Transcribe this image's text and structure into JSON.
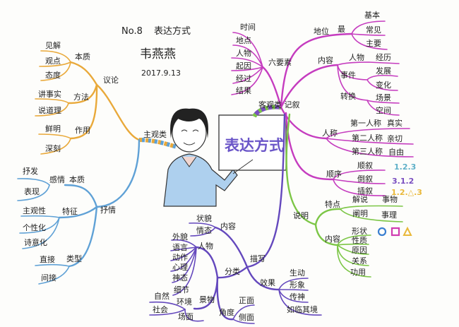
{
  "header": {
    "number": "No.8",
    "title": "表达方式",
    "author": "韦燕燕",
    "date": "2017.9.13"
  },
  "center": {
    "board_title": "表达方式"
  },
  "colors": {
    "yilun": "#e9a93a",
    "shuqing": "#5fa1d6",
    "jixu": "#c53cbf",
    "shuoming": "#7cc646",
    "miaoxie": "#6448bd",
    "board_text": "#6a55c8"
  },
  "subjective_label": "主观类",
  "yilun": {
    "label": "议论",
    "benzhi": "本质",
    "benzhi_items": [
      "见解",
      "观点",
      "态度"
    ],
    "fangfa": "方法",
    "fangfa_items": [
      "讲事实",
      "说道理"
    ],
    "zuoyong": "作用",
    "zuoyong_items": [
      "鲜明",
      "深刻"
    ]
  },
  "shuqing": {
    "label": "抒情",
    "ganqing": "感情",
    "benzhi": "本质",
    "ganqing_items": [
      "抒发",
      "表现"
    ],
    "tezheng": "特征",
    "tezheng_items": [
      "主观性",
      "个性化",
      "诗意化"
    ],
    "leixing": "类型",
    "leixing_items": [
      "直接",
      "间接"
    ]
  },
  "jixu": {
    "label": "客观类 记叙",
    "liuyaosu": "六要素",
    "liuyaosu_items": [
      "时间",
      "地点",
      "人物",
      "起因",
      "经过",
      "结果"
    ],
    "diwei": "地位",
    "zui": "最",
    "diwei_items": [
      "基本",
      "常见",
      "主要"
    ],
    "neirong": "内容",
    "renwu": "人物",
    "renwu_items": [
      "经历"
    ],
    "shijian": "事件",
    "shijian_items": [
      "发展",
      "变化"
    ],
    "zhuanhuan": "转换",
    "zhuanhuan_items": [
      "场景",
      "空间"
    ],
    "rencheng": "人称",
    "rencheng_items": [
      {
        "person": "第一人称",
        "trait": "真实"
      },
      {
        "person": "第二人称",
        "trait": "亲切"
      },
      {
        "person": "第三人称",
        "trait": "自由"
      }
    ],
    "shunxu": "顺序",
    "shunxu_items": [
      "顺叙",
      "倒叙",
      "插叙"
    ],
    "shunxu_notes": [
      "1.2.3",
      "3.1.2",
      "1.2.△.3"
    ]
  },
  "shuoming": {
    "label": "说明",
    "tedian": "特点",
    "tedian_items": [
      {
        "a": "解说",
        "b": "事物"
      },
      {
        "a": "阐明",
        "b": "事理"
      }
    ],
    "neirong": "内容",
    "neirong_items": [
      "形状",
      "性质",
      "原因",
      "关系",
      "功用"
    ]
  },
  "miaoxie": {
    "label": "描写",
    "neirong": "内容",
    "neirong_items": [
      "状貌",
      "情态"
    ],
    "fenlei": "分类",
    "renwu": "人物",
    "renwu_items": [
      "外貌",
      "语言",
      "动作",
      "心理",
      "神态",
      "细节"
    ],
    "jingwu": "景物",
    "huanjing": "环境",
    "huanjing_items": [
      "自然",
      "社会"
    ],
    "changmian": "场面",
    "jiaodu": "角度",
    "jiaodu_items": [
      "正面",
      "侧面"
    ],
    "xiaoguo": "效果",
    "xiaoguo_items": [
      "生动",
      "形象",
      "传神",
      "如临其境"
    ]
  }
}
